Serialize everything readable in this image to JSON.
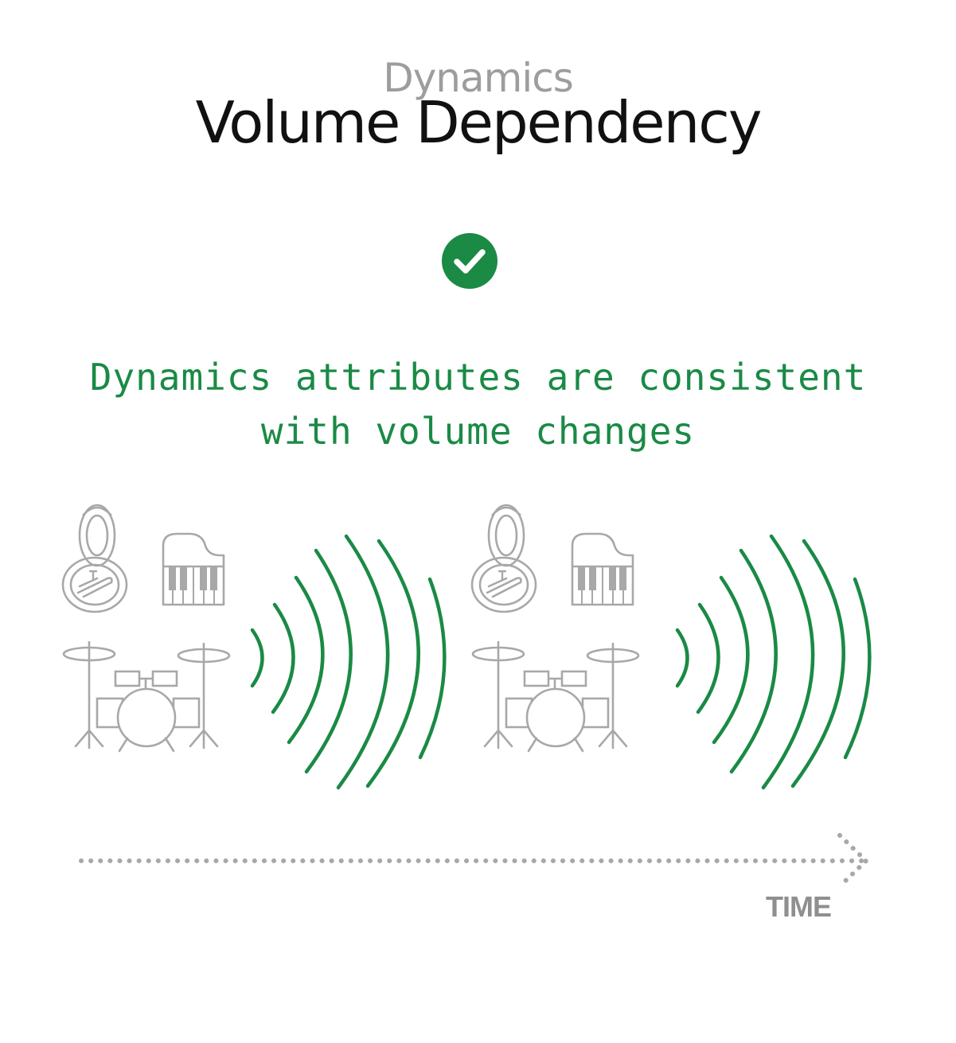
{
  "header": {
    "supertitle": "Dynamics",
    "title": "Volume Dependency"
  },
  "status": {
    "icon": "check-circle-icon",
    "color": "#1a8a45"
  },
  "caption": {
    "line1": "Dynamics attributes are consistent",
    "line2": "with volume changes"
  },
  "ensembles": [
    {
      "instruments": [
        "sousaphone-icon",
        "piano-icon",
        "drum-kit-icon"
      ],
      "sound_waves": "sound-waves-icon"
    },
    {
      "instruments": [
        "sousaphone-icon",
        "piano-icon",
        "drum-kit-icon"
      ],
      "sound_waves": "sound-waves-icon"
    }
  ],
  "timeline": {
    "label": "TIME"
  },
  "colors": {
    "accent": "#1a8a45",
    "icon_gray": "#a8a8a8",
    "supertitle_gray": "#9d9d9d",
    "title": "#111111"
  }
}
